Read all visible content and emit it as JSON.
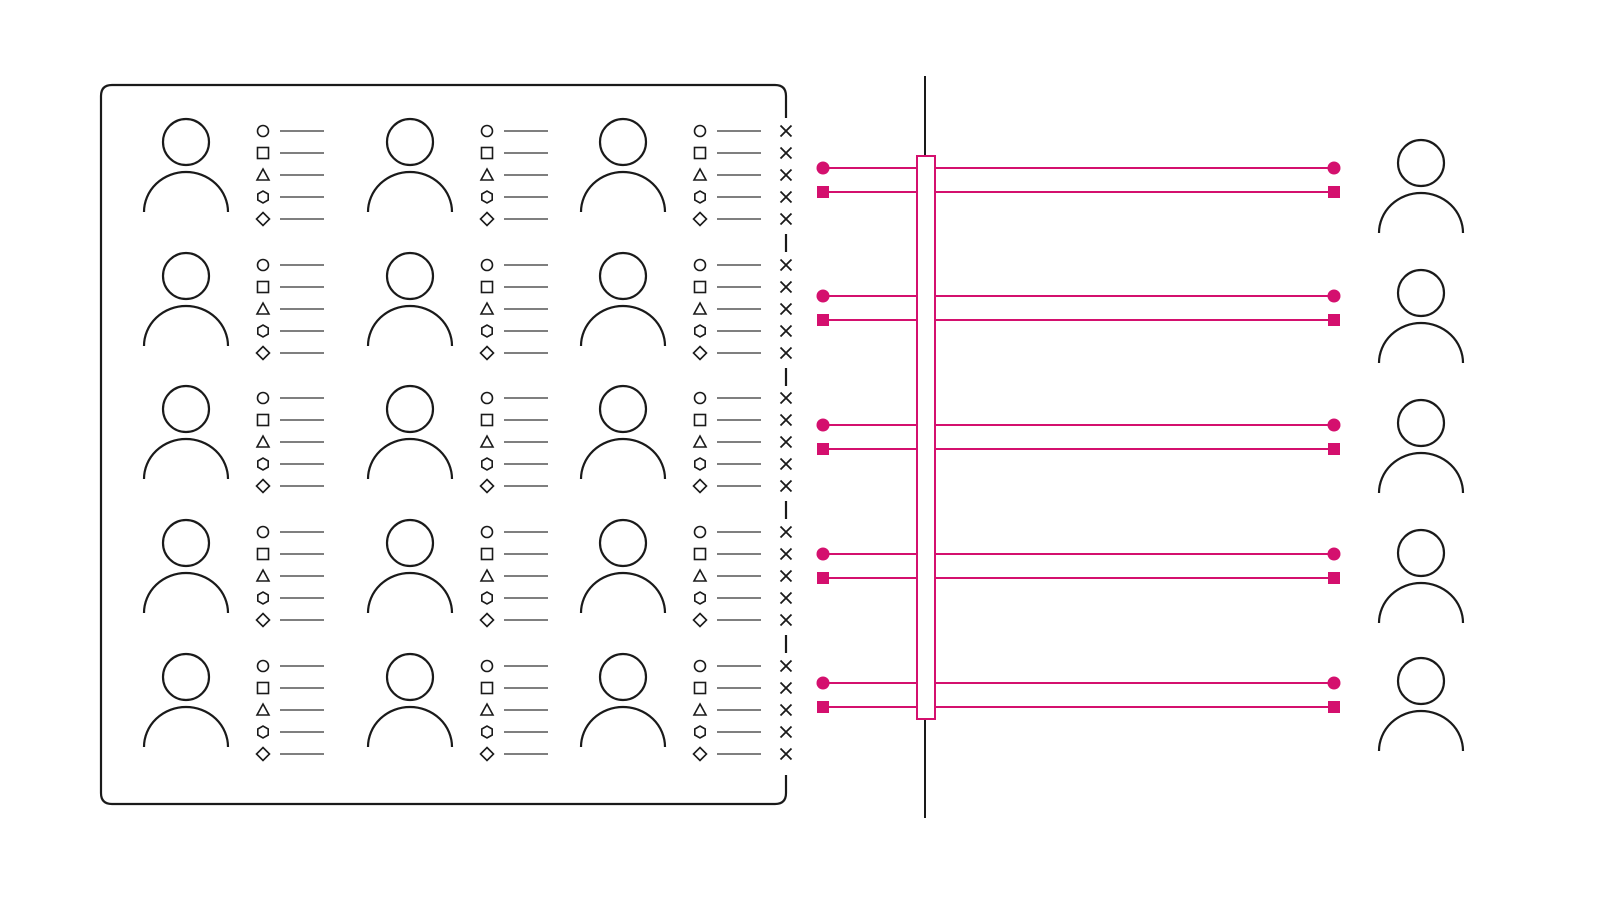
{
  "diagram": {
    "colors": {
      "background": "#ffffff",
      "stroke": "#1a1a1a",
      "attribute_line": "#555555",
      "accent": "#d4106e"
    },
    "group": {
      "rows": 5,
      "columns": 3,
      "person_icon": "person-icon",
      "attributes": [
        {
          "icon": "circle-icon"
        },
        {
          "icon": "square-icon"
        },
        {
          "icon": "triangle-icon"
        },
        {
          "icon": "hexagon-icon"
        },
        {
          "icon": "diamond-icon"
        }
      ],
      "redaction_marker": "x-icon"
    },
    "barrier": {
      "icon": "divider-line"
    },
    "channels": [
      {
        "row": 1,
        "endpoints": [
          "dot-icon",
          "square-marker-icon"
        ]
      },
      {
        "row": 2,
        "endpoints": [
          "dot-icon",
          "square-marker-icon"
        ]
      },
      {
        "row": 3,
        "endpoints": [
          "dot-icon",
          "square-marker-icon"
        ]
      },
      {
        "row": 4,
        "endpoints": [
          "dot-icon",
          "square-marker-icon"
        ]
      },
      {
        "row": 5,
        "endpoints": [
          "dot-icon",
          "square-marker-icon"
        ]
      }
    ],
    "recipients": {
      "count": 5,
      "person_icon": "person-icon"
    }
  }
}
